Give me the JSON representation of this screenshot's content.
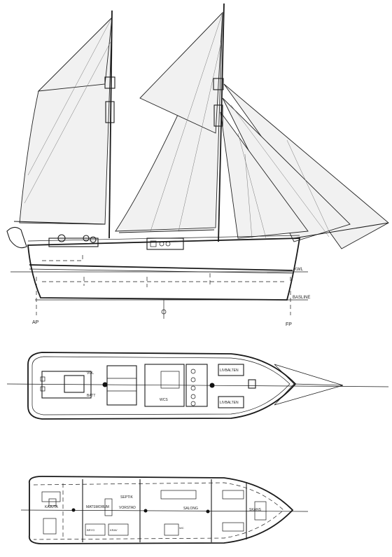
{
  "profile": {
    "labels": {
      "aft_perpendicular": "AP",
      "fore_perpendicular": "FP",
      "waterline": "KWL",
      "baseline": "BASLINE"
    }
  },
  "deck_plan": {
    "labels": {
      "vol": "VOL",
      "batt": "BATT",
      "livbalt_top": "LIVBALTEN",
      "livbalt_bottom": "LIVBALTEN",
      "wc": "WCS"
    }
  },
  "accommodation_plan": {
    "labels": {
      "kajuta": "KAJUTA",
      "matsmorum": "MATSMORUM",
      "septik": "SEPTIK",
      "vorstad": "VORSTAD",
      "salong": "SALONG",
      "skans": "SKANS",
      "left_small_1": "BRYG",
      "left_small_2": "KRAV",
      "wc": "WC"
    }
  },
  "colors": {
    "ink": "#1a1a1a",
    "sail": "#f1f1f1",
    "paper": "#ffffff"
  }
}
